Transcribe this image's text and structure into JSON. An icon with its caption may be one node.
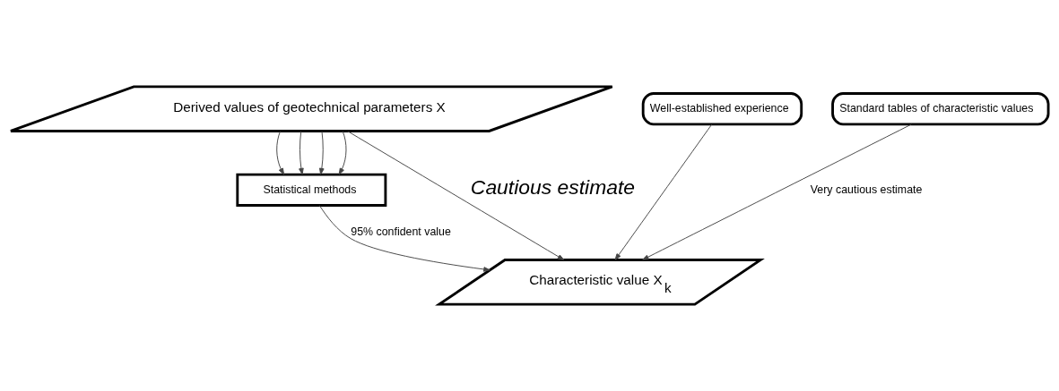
{
  "diagram": {
    "nodes": [
      {
        "text": [
          "Derived values of geotechnical parameters X"
        ]
      },
      {
        "text": [
          "Well-established experience"
        ]
      },
      {
        "text": [
          "Standard tables of characteristic values"
        ]
      },
      {
        "text": [
          "Statistical methods"
        ]
      },
      {
        "text": [
          "Characteristic value X$_{k}$"
        ]
      }
    ],
    "edges": [
      {
        "from": 0,
        "to": 3,
        "arrow": "to"
      },
      {
        "from": 0,
        "to": 3,
        "arrow": "to"
      },
      {
        "from": 0,
        "to": 3,
        "arrow": "to"
      },
      {
        "from": 0,
        "to": 3,
        "arrow": "to"
      },
      {
        "from": 3,
        "to": 4,
        "arrow": "to",
        "label": "95% confident value"
      },
      {
        "from": 0,
        "to": 4,
        "arrow": "to",
        "label": "Cautious estimate"
      },
      {
        "from": 1,
        "to": 4,
        "arrow": "to"
      },
      {
        "from": 2,
        "to": 4,
        "arrow": "to",
        "label": "Very cautious estimate"
      }
    ]
  }
}
